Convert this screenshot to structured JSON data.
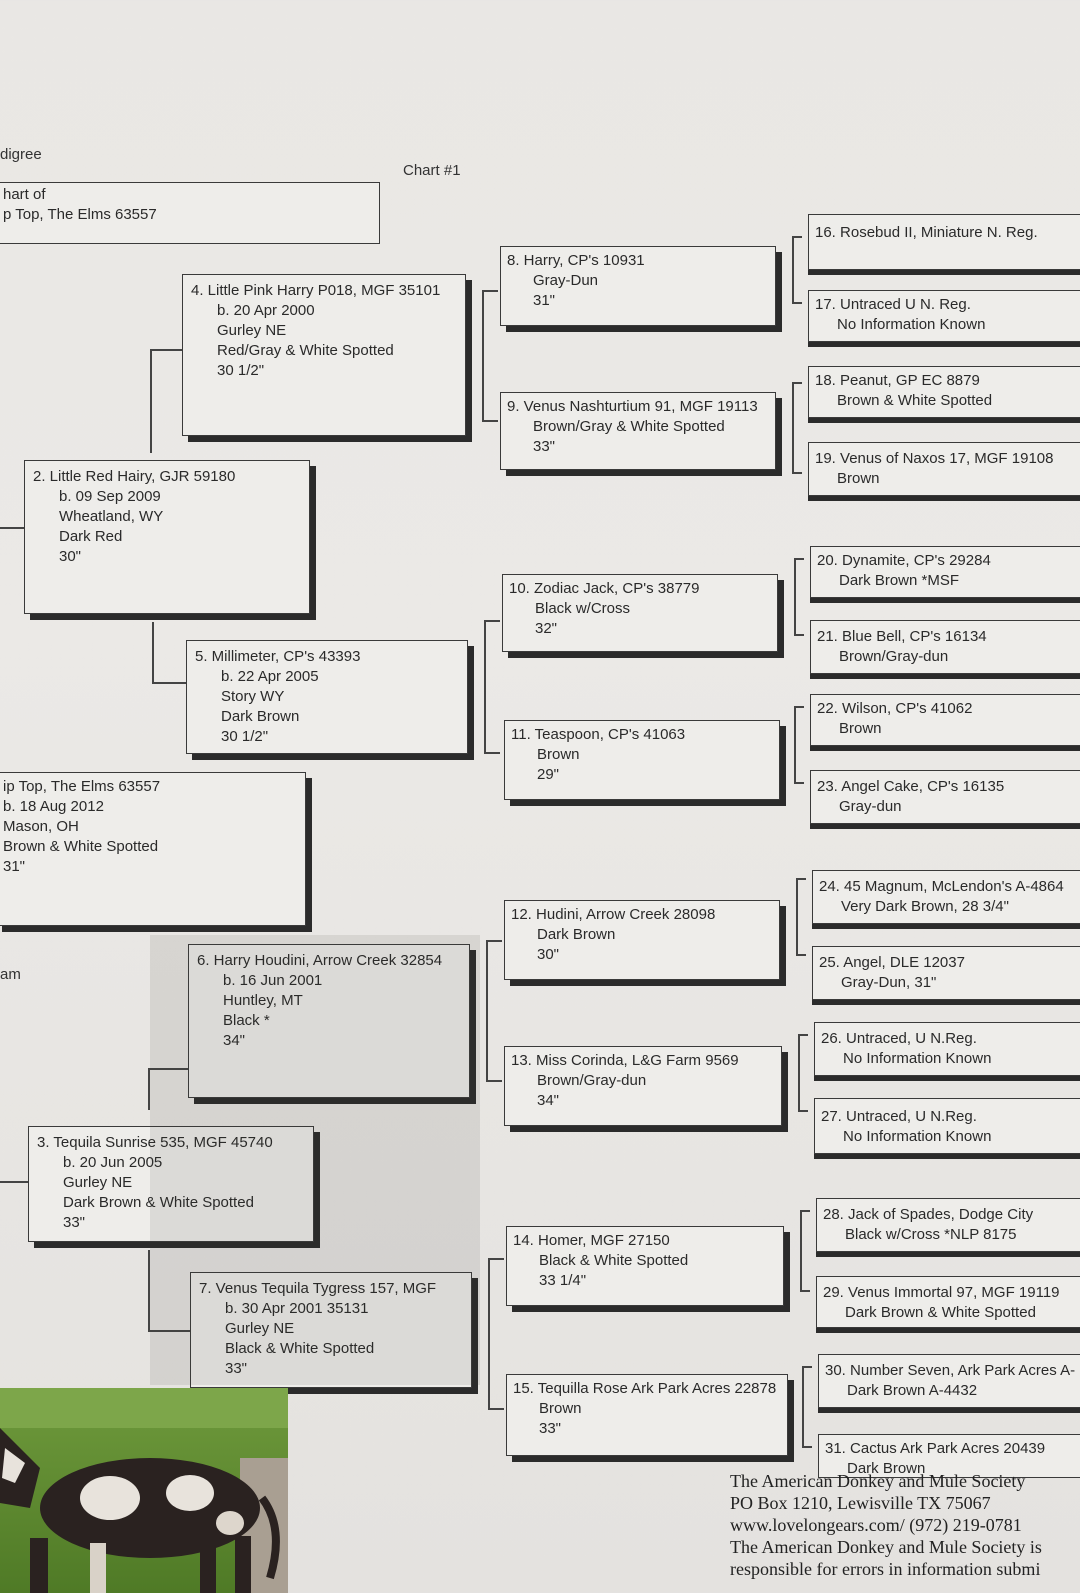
{
  "header": {
    "title_partial": "digree",
    "chart_label": "Chart #1",
    "chart_of": "hart of",
    "subject_name": "p Top, The Elms 63557",
    "dam_label": "am"
  },
  "subject": {
    "lines": [
      "ip Top, The Elms 63557",
      "b. 18 Aug 2012",
      "Mason, OH",
      "Brown & White Spotted",
      "31\""
    ]
  },
  "gen1": [
    {
      "lines": [
        "2. Little Red Hairy, GJR 59180",
        "b. 09 Sep 2009",
        "Wheatland, WY",
        "Dark Red",
        "30\""
      ]
    },
    {
      "lines": [
        "3. Tequila Sunrise 535, MGF 45740",
        "b. 20 Jun 2005",
        "Gurley NE",
        "Dark Brown & White Spotted",
        "33\""
      ]
    }
  ],
  "gen2": [
    {
      "lines": [
        "4. Little Pink Harry P018, MGF 35101",
        "b. 20 Apr 2000",
        "Gurley NE",
        "Red/Gray & White Spotted",
        "30 1/2\""
      ]
    },
    {
      "lines": [
        "5. Millimeter, CP's 43393",
        "b. 22 Apr 2005",
        "Story WY",
        "Dark Brown",
        "30 1/2\""
      ]
    },
    {
      "lines": [
        "6. Harry Houdini, Arrow Creek 32854",
        "b. 16 Jun 2001",
        "Huntley, MT",
        "Black *",
        "34\""
      ]
    },
    {
      "lines": [
        "7. Venus Tequila Tygress 157, MGF",
        "b. 30 Apr 2001   35131",
        "Gurley NE",
        "Black & White Spotted",
        "33\""
      ]
    }
  ],
  "gen3": [
    {
      "lines": [
        "8. Harry, CP's 10931",
        "Gray-Dun",
        "31\""
      ]
    },
    {
      "lines": [
        "9. Venus Nashturtium 91, MGF 19113",
        "Brown/Gray & White Spotted",
        "33\""
      ]
    },
    {
      "lines": [
        "10. Zodiac Jack, CP's 38779",
        "Black w/Cross",
        "32\""
      ]
    },
    {
      "lines": [
        "11. Teaspoon, CP's 41063",
        "Brown",
        "29\""
      ]
    },
    {
      "lines": [
        "12. Hudini, Arrow Creek 28098",
        "Dark Brown",
        "30\""
      ]
    },
    {
      "lines": [
        "13. Miss Corinda, L&G Farm 9569",
        "Brown/Gray-dun",
        "34\""
      ]
    },
    {
      "lines": [
        "14. Homer, MGF 27150",
        "Black & White Spotted",
        "33 1/4\""
      ]
    },
    {
      "lines": [
        "15. Tequilla Rose Ark Park Acres 22878",
        "Brown",
        "33\""
      ]
    }
  ],
  "gen4": [
    {
      "lines": [
        "16. Rosebud II, Miniature N. Reg."
      ]
    },
    {
      "lines": [
        "17. Untraced U N. Reg.",
        "No Information Known"
      ]
    },
    {
      "lines": [
        "18. Peanut, GP EC 8879",
        "Brown & White Spotted"
      ]
    },
    {
      "lines": [
        "19. Venus of Naxos 17, MGF 19108",
        "Brown"
      ]
    },
    {
      "lines": [
        "20. Dynamite, CP's 29284",
        "Dark Brown *MSF"
      ]
    },
    {
      "lines": [
        "21. Blue Bell, CP's 16134",
        "Brown/Gray-dun"
      ]
    },
    {
      "lines": [
        "22. Wilson, CP's 41062",
        "Brown"
      ]
    },
    {
      "lines": [
        "23. Angel Cake, CP's 16135",
        "Gray-dun"
      ]
    },
    {
      "lines": [
        "24. 45 Magnum, McLendon's A-4864",
        "Very Dark Brown, 28 3/4\""
      ]
    },
    {
      "lines": [
        "25. Angel, DLE 12037",
        "Gray-Dun, 31\""
      ]
    },
    {
      "lines": [
        "26. Untraced, U N.Reg.",
        "No Information Known"
      ]
    },
    {
      "lines": [
        "27. Untraced, U N.Reg.",
        "No Information Known"
      ]
    },
    {
      "lines": [
        "28. Jack of Spades, Dodge City",
        "Black w/Cross *NLP     8175"
      ]
    },
    {
      "lines": [
        "29. Venus Immortal 97, MGF 19119",
        "Dark Brown & White Spotted"
      ]
    },
    {
      "lines": [
        "30. Number Seven, Ark Park Acres A-",
        "Dark Brown  A-4432"
      ]
    },
    {
      "lines": [
        "31. Cactus Ark Park Acres 20439",
        "Dark Brown"
      ]
    }
  ],
  "footer": {
    "lines": [
      "The American Donkey and Mule Society",
      "PO Box 1210, Lewisville TX 75067",
      "www.lovelongears.com/ (972) 219-0781",
      "The American Donkey and Mule Society is",
      "responsible for errors in information submi"
    ]
  },
  "photo": {
    "description_icon": "donkey-photo"
  }
}
